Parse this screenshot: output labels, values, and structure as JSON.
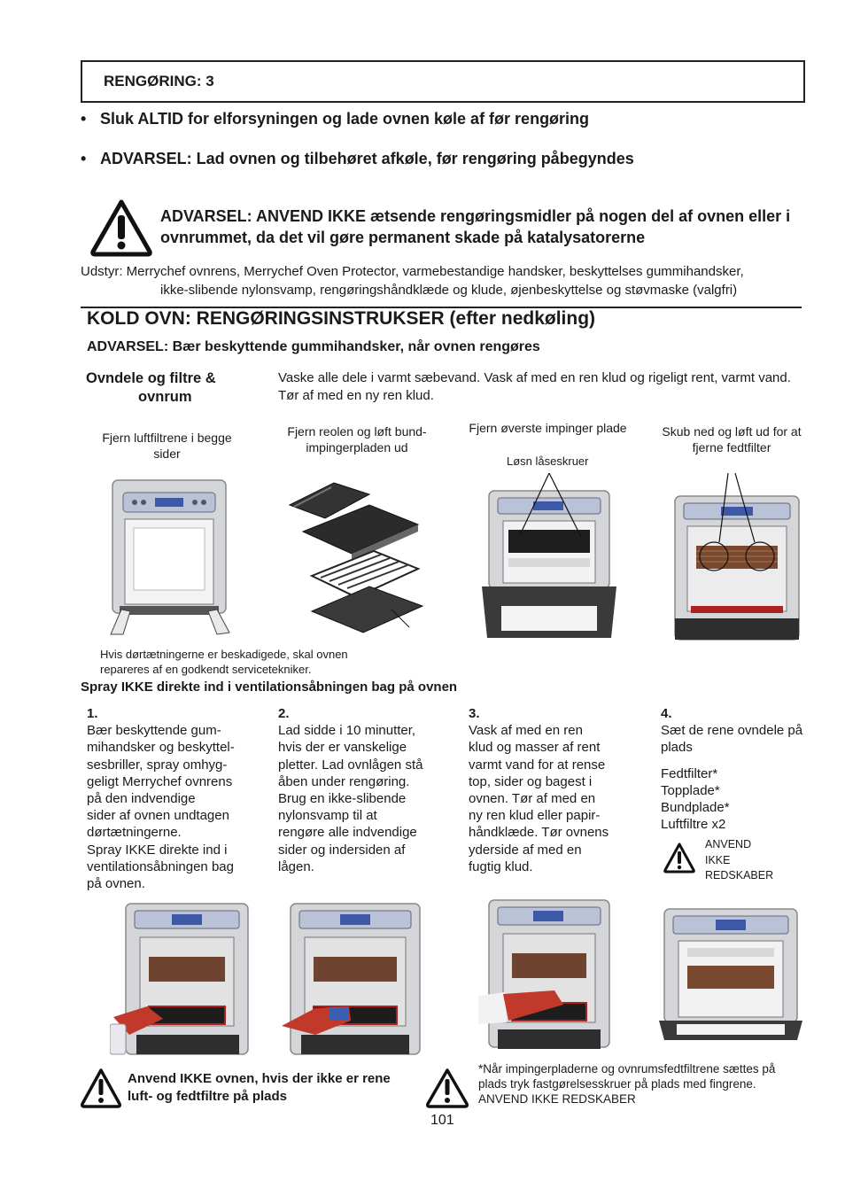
{
  "header": {
    "title": "RENGØRING: 3"
  },
  "bullets": [
    "Sluk ALTID for elforsyningen og lade ovnen køle af før rengøring",
    "ADVARSEL: Lad ovnen og tilbehøret afkøle, før rengøring påbegyndes"
  ],
  "main_warning": "ADVARSEL: ANVEND IKKE ætsende rengøringsmidler på nogen del af ovnen eller i ovnrummet, da det vil gøre permanent skade på katalysatorerne",
  "equipment": {
    "line1": "Udstyr: Merrychef ovnrens, Merrychef Oven Protector, varmebestandige handsker, beskyttelses gummihandsker,",
    "line2": "ikke-slibende nylonsvamp, rengøringshåndklæde og klude, øjenbeskyttelse og støvmaske (valgfri)"
  },
  "section": {
    "title": "KOLD OVN: RENGØRINGSINSTRUKSER (efter nedkøling)",
    "subtitle": "ADVARSEL: Bær beskyttende gummihandsker, når ovnen rengøres",
    "parts_title_1": "Ovndele og filtre &",
    "parts_title_2": "ovnrum",
    "wash_text": "Vaske alle dele i varmt sæbevand. Vask af med en ren klud og rigeligt rent, varmt vand. Tør af med en ny ren klud."
  },
  "captions": {
    "c1": "Fjern luftfiltrene i begge sider",
    "c2": "Fjern reolen og løft bund-impingerpladen ud",
    "c3": "Fjern øverste impinger plade",
    "c3b": "Løsn låseskruer",
    "c4": "Skub ned og løft ud for at fjerne fedtfilter"
  },
  "door_seal_note": "Hvis dørtætningerne er beskadigede, skal ovnen repareres af en godkendt servicetekniker.",
  "spray_warning": "Spray IKKE direkte ind i ventilationsåbningen bag på ovnen",
  "steps": [
    {
      "num": "1.",
      "lines": [
        "Bær beskyttende gum-",
        "mihandsker og beskyttel-",
        "sesbriller, spray omhyg-",
        "geligt Merrychef ovnrens",
        "på den indvendige",
        "sider af ovnen undtagen",
        "dørtætningerne.",
        "Spray IKKE direkte ind i",
        "ventilationsåbningen bag",
        "på ovnen."
      ]
    },
    {
      "num": "2.",
      "lines": [
        "Lad sidde i 10 minutter,",
        "hvis der er vanskelige",
        "pletter. Lad ovnlågen stå",
        "åben under rengøring.",
        "Brug en ikke-slibende",
        "nylonsvamp til at",
        "rengøre alle indvendige",
        "sider og indersiden af",
        "lågen."
      ]
    },
    {
      "num": "3.",
      "lines": [
        "Vask af med en ren",
        "klud og masser af rent",
        "varmt vand for at rense",
        "top, sider og bagest i",
        "ovnen. Tør af med en",
        "ny ren klud eller papir-",
        "håndklæde. Tør ovnens",
        "yderside af med en",
        "fugtig klud."
      ]
    },
    {
      "num": "4.",
      "lines": [
        "Sæt de rene ovndele på",
        "plads"
      ],
      "parts": [
        "Fedtfilter*",
        "Topplade*",
        "Bundplade*",
        "Luftfiltre x2"
      ]
    }
  ],
  "no_tools": {
    "l1": "ANVEND",
    "l2": "IKKE",
    "l3": "REDSKABER"
  },
  "bottom_warning": "Anvend IKKE ovnen, hvis der ikke er rene luft- og fedtfiltre på plads",
  "bottom_note": "*Når impingerpladerne og ovnrumsfedtfiltrene sættes på plads tryk fastgørelsesskruer på plads med fingrene. ANVEND IKKE REDSKABER",
  "page_number": "101"
}
